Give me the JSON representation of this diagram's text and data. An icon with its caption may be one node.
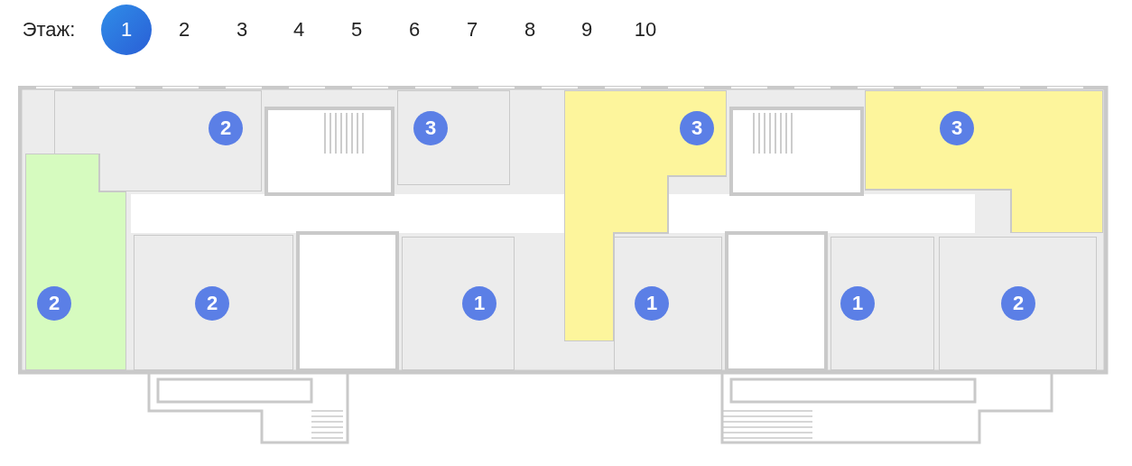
{
  "diagram": {
    "nodes": [
      {
        "text": [
          "2"
        ]
      },
      {
        "text": [
          "3"
        ]
      },
      {
        "text": [
          "3"
        ]
      },
      {
        "text": [
          "3"
        ]
      },
      {
        "text": [
          "2"
        ]
      },
      {
        "text": [
          "2"
        ]
      },
      {
        "text": [
          "1"
        ]
      },
      {
        "text": [
          "1"
        ]
      },
      {
        "text": [
          "1"
        ]
      },
      {
        "text": [
          "2"
        ]
      }
    ],
    "labels": [
      "Этаж:",
      "1",
      "2",
      "3",
      "4",
      "5",
      "6",
      "7",
      "8",
      "9",
      "10"
    ]
  }
}
